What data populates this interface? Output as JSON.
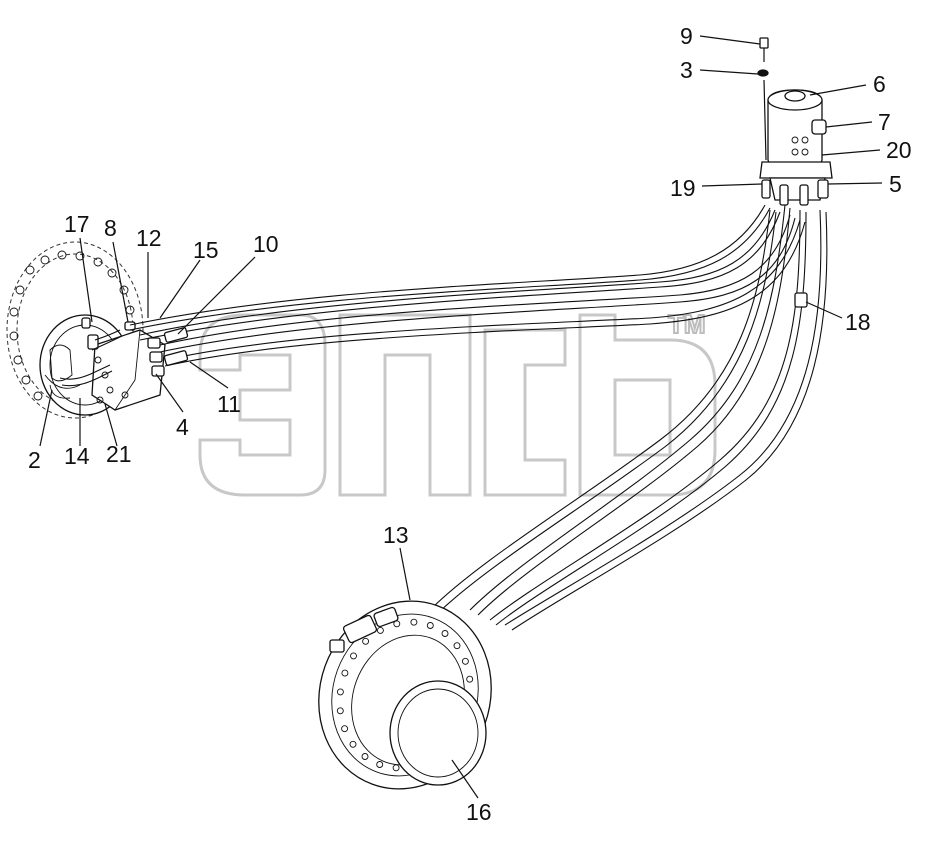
{
  "watermark": {
    "mark": "TM"
  },
  "callouts": [
    {
      "id": "c9",
      "text": "9"
    },
    {
      "id": "c3",
      "text": "3"
    },
    {
      "id": "c6",
      "text": "6"
    },
    {
      "id": "c7",
      "text": "7"
    },
    {
      "id": "c20",
      "text": "20"
    },
    {
      "id": "c5",
      "text": "5"
    },
    {
      "id": "c19",
      "text": "19"
    },
    {
      "id": "c18",
      "text": "18"
    },
    {
      "id": "c17",
      "text": "17"
    },
    {
      "id": "c8",
      "text": "8"
    },
    {
      "id": "c12",
      "text": "12"
    },
    {
      "id": "c15",
      "text": "15"
    },
    {
      "id": "c10",
      "text": "10"
    },
    {
      "id": "c11",
      "text": "11"
    },
    {
      "id": "c4",
      "text": "4"
    },
    {
      "id": "c2",
      "text": "2"
    },
    {
      "id": "c14",
      "text": "14"
    },
    {
      "id": "c21",
      "text": "21"
    },
    {
      "id": "c13",
      "text": "13"
    },
    {
      "id": "c16",
      "text": "16"
    }
  ]
}
